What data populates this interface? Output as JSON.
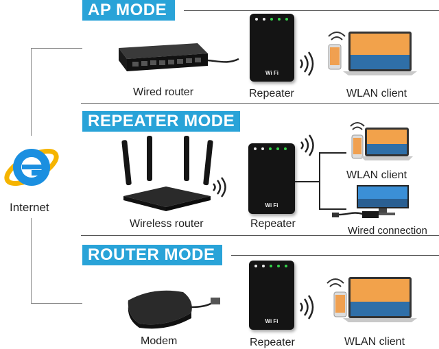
{
  "modes": [
    {
      "title": "AP MODE",
      "labels": [
        "Wired router",
        "Repeater",
        "WLAN client"
      ]
    },
    {
      "title": "REPEATER MODE",
      "labels": [
        "Wireless router",
        "Repeater",
        "WLAN client",
        "Wired connection"
      ]
    },
    {
      "title": "ROUTER MODE",
      "labels": [
        "Modem",
        "Repeater",
        "WLAN client"
      ]
    }
  ],
  "internet": {
    "label": "Internet"
  },
  "repeater_screen_text": "Wi Fi",
  "colors": {
    "badge": "#29a3d8",
    "led_green": "#35d24a"
  },
  "icons": [
    "ie-logo-icon",
    "wifi-signal-icon",
    "laptop-icon",
    "phone-icon",
    "monitor-icon"
  ]
}
